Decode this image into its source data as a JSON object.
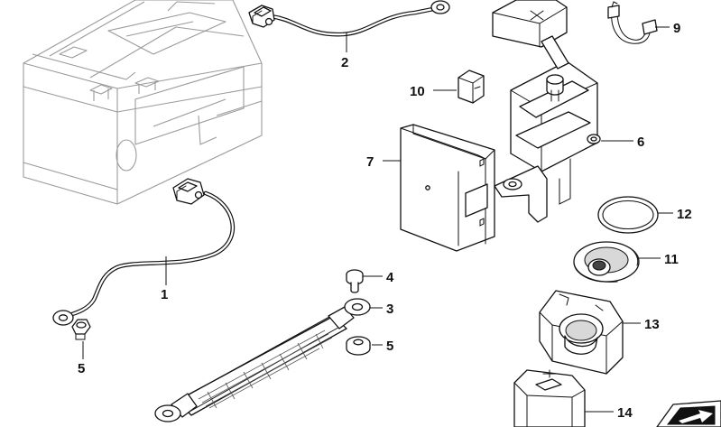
{
  "callouts": {
    "c1": "1",
    "c2": "2",
    "c3": "3",
    "c4": "4",
    "c5a": "5",
    "c5b": "5",
    "c6": "6",
    "c7": "7",
    "c9": "9",
    "c10": "10",
    "c11": "11",
    "c12": "12",
    "c13": "13",
    "c14": "14"
  },
  "parts": [
    {
      "number": "1",
      "part": "negative-battery-cable"
    },
    {
      "number": "2",
      "part": "positive-battery-cable"
    },
    {
      "number": "3",
      "part": "ground-strap"
    },
    {
      "number": "4",
      "part": "bolt"
    },
    {
      "number": "5",
      "part": "nut"
    },
    {
      "number": "6",
      "part": "positive-terminal-bracket"
    },
    {
      "number": "7",
      "part": "cover-plate"
    },
    {
      "number": "9",
      "part": "wire-harness-clip"
    },
    {
      "number": "10",
      "part": "rubber-block"
    },
    {
      "number": "11",
      "part": "grommet"
    },
    {
      "number": "12",
      "part": "sealing-ring"
    },
    {
      "number": "13",
      "part": "terminal-holder"
    },
    {
      "number": "14",
      "part": "terminal-cap"
    }
  ],
  "colors": {
    "line": "#111111",
    "faint_line": "#9a9a9a",
    "background": "#ffffff"
  },
  "icons": [
    "page-corner-arrow-icon"
  ]
}
